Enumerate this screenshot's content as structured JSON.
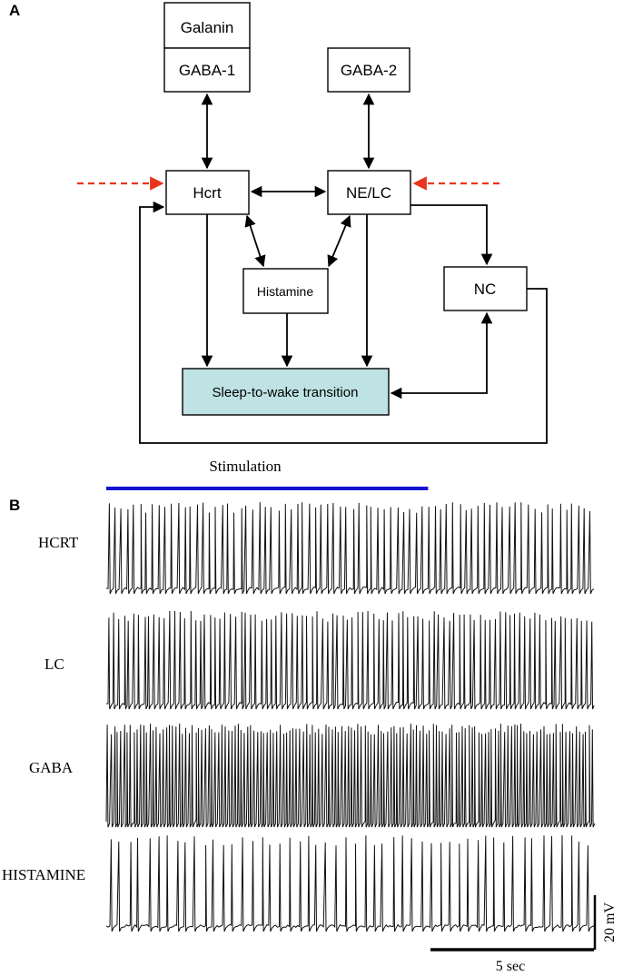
{
  "panel_a": {
    "label": "A",
    "nodes": {
      "galanin": "Galanin",
      "gaba1": "GABA-1",
      "gaba2": "GABA-2",
      "hcrt": "Hcrt",
      "nelc": "NE/LC",
      "histamine": "Histamine",
      "nc": "NC",
      "sleep_wake": "Sleep-to-wake transition"
    },
    "colors": {
      "stim_arrow": "#e8341c",
      "sleep_wake_fill": "#bfe2e4"
    }
  },
  "panel_b": {
    "label": "B",
    "stimulation_label": "Stimulation",
    "stimulation_color": "#1414d2",
    "stimulation_fraction": 0.66,
    "traces": [
      {
        "label": "HCRT",
        "spike_count": 78
      },
      {
        "label": "LC",
        "spike_count": 96
      },
      {
        "label": "GABA",
        "spike_count": 150
      },
      {
        "label": "HISTAMINE",
        "spike_count": 52
      }
    ],
    "scale_bars": {
      "time": "5 sec",
      "voltage": "20 mV"
    }
  }
}
